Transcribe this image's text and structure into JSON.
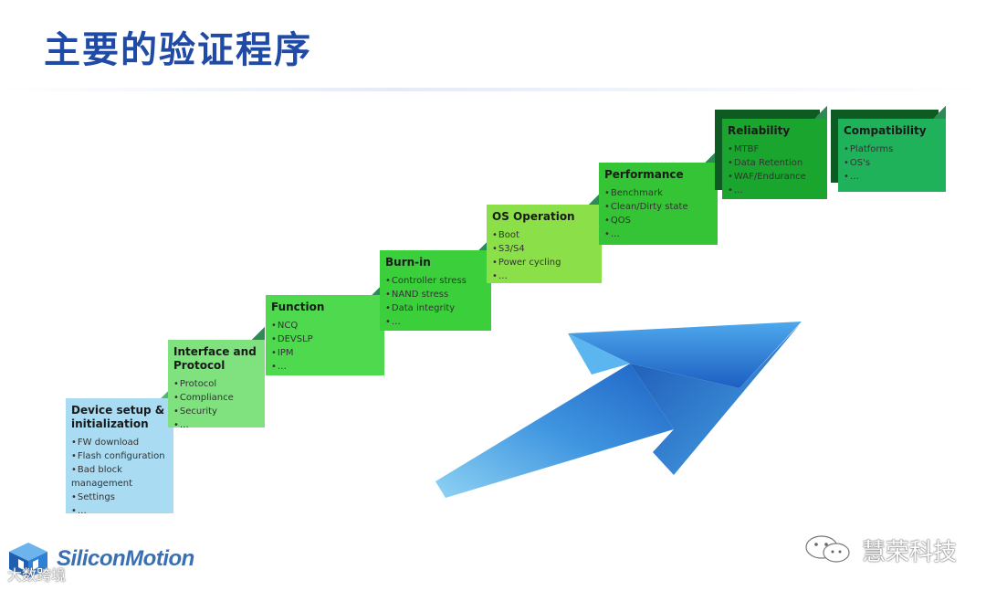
{
  "slide": {
    "title": "主要的验证程序"
  },
  "steps": [
    {
      "title": "Device setup &\ninitialization",
      "items": [
        "FW download",
        "Flash configuration",
        "Bad block\n management",
        "Settings",
        "…"
      ]
    },
    {
      "title": "Interface and\nProtocol",
      "items": [
        "Protocol",
        "Compliance",
        "Security",
        "…"
      ]
    },
    {
      "title": "Function",
      "items": [
        "NCQ",
        "DEVSLP",
        "IPM",
        "…"
      ]
    },
    {
      "title": "Burn-in",
      "items": [
        "Controller stress",
        "NAND stress",
        "Data integrity",
        "…"
      ]
    },
    {
      "title": "OS Operation",
      "items": [
        "Boot",
        "S3/S4",
        "Power cycling",
        "…"
      ]
    },
    {
      "title": "Performance",
      "items": [
        "Benchmark",
        "Clean/Dirty state",
        "QOS",
        "…"
      ]
    },
    {
      "title": "Reliability",
      "items": [
        "MTBF",
        "Data Retention",
        "WAF/Endurance",
        "…"
      ]
    },
    {
      "title": "Compatibility",
      "items": [
        "Platforms",
        "OS's",
        "…"
      ]
    }
  ],
  "colors": {
    "title": "#1f4aa6",
    "step_fills": [
      "#a9dcf2",
      "#7fe27f",
      "#4fd94f",
      "#3ccf3c",
      "#8be04a",
      "#35c435",
      "#1aa52e",
      "#1fb25a"
    ],
    "arrow": "#2f7fd6"
  },
  "logo": {
    "brand": "SiliconMotion",
    "icon": "cube-logo-icon"
  },
  "watermarks": {
    "left": "大数跨境",
    "right": "慧荣科技",
    "right_icon": "wechat-icon"
  }
}
